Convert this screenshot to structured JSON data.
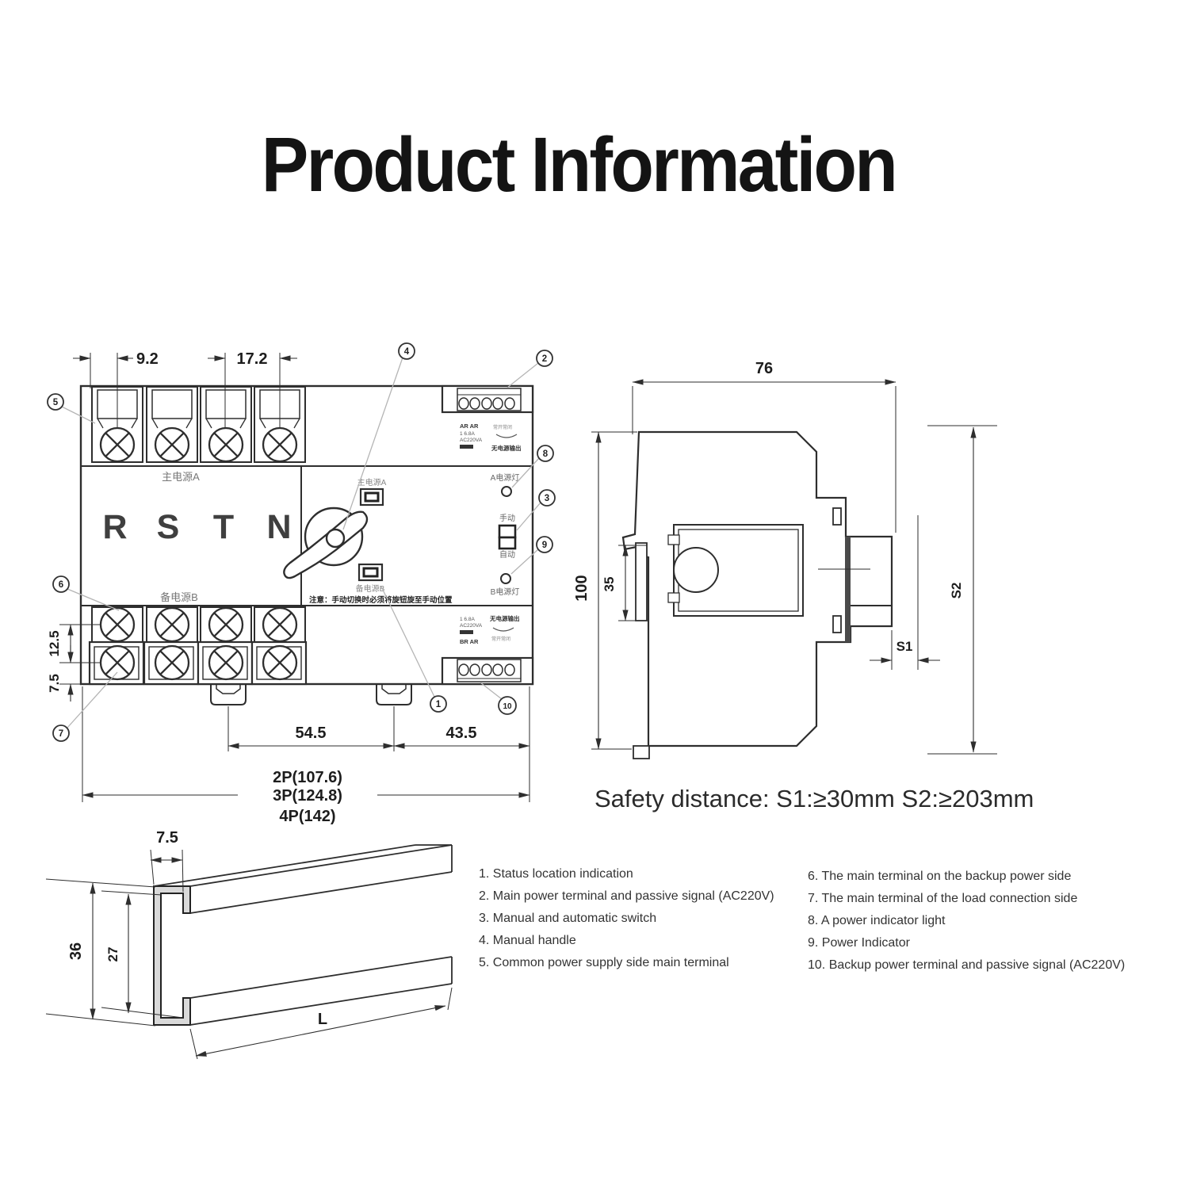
{
  "page": {
    "title": "Product Information"
  },
  "front_view": {
    "phase_labels": [
      "R",
      "S",
      "T",
      "N"
    ],
    "labels": {
      "main_power_a": "主电源A",
      "backup_power_b": "备电源B",
      "window_a": "主电源A",
      "window_b": "备电源B",
      "indicator_a": "A电源灯",
      "indicator_b": "B电源灯",
      "manual": "手动",
      "auto": "自动",
      "note": "注意：手动切换时必须将旋钮旋至手动位置"
    },
    "spec_top": {
      "l1": "AR AR",
      "l2": "1 6.8A",
      "l3": "AC220VA",
      "r1": "常开常闭",
      "r2": "无电源输出"
    },
    "spec_bottom": {
      "l1": "1 6.8A",
      "l2": "AC220VA",
      "l3": "BR AR",
      "r1": "无电源输出",
      "r2": "常开常闭"
    },
    "dimensions": {
      "terminal_offset": "9.2",
      "terminal_pitch": "17.2",
      "row_spacing": "12.5",
      "edge_spacing": "7.5",
      "clip_span": "54.5",
      "clip_to_edge": "43.5",
      "width_2p": "2P(107.6)",
      "width_3p": "3P(124.8)",
      "width_4p": "4P(142)"
    },
    "callouts": [
      "1",
      "2",
      "3",
      "4",
      "5",
      "6",
      "7",
      "8",
      "9",
      "10"
    ]
  },
  "side_view": {
    "dimensions": {
      "depth": "76",
      "height": "100",
      "rail_height": "35",
      "s1": "S1",
      "s2": "S2"
    }
  },
  "safety_note": "Safety distance: S1:≥30mm S2:≥203mm",
  "rail_view": {
    "dimensions": {
      "flange_width": "7.5",
      "height": "36",
      "inner_height": "27",
      "length": "L"
    }
  },
  "parts_list": {
    "left": [
      "1. Status location indication",
      "2. Main power terminal and passive signal (AC220V)",
      "3. Manual and automatic switch",
      "4. Manual handle",
      "5. Common power supply side main terminal"
    ],
    "right": [
      "6. The main terminal on the backup power side",
      "7. The main terminal of the load connection side",
      "8. A power indicator light",
      "9. Power Indicator",
      "10. Backup power terminal and passive signal (AC220V)"
    ]
  }
}
